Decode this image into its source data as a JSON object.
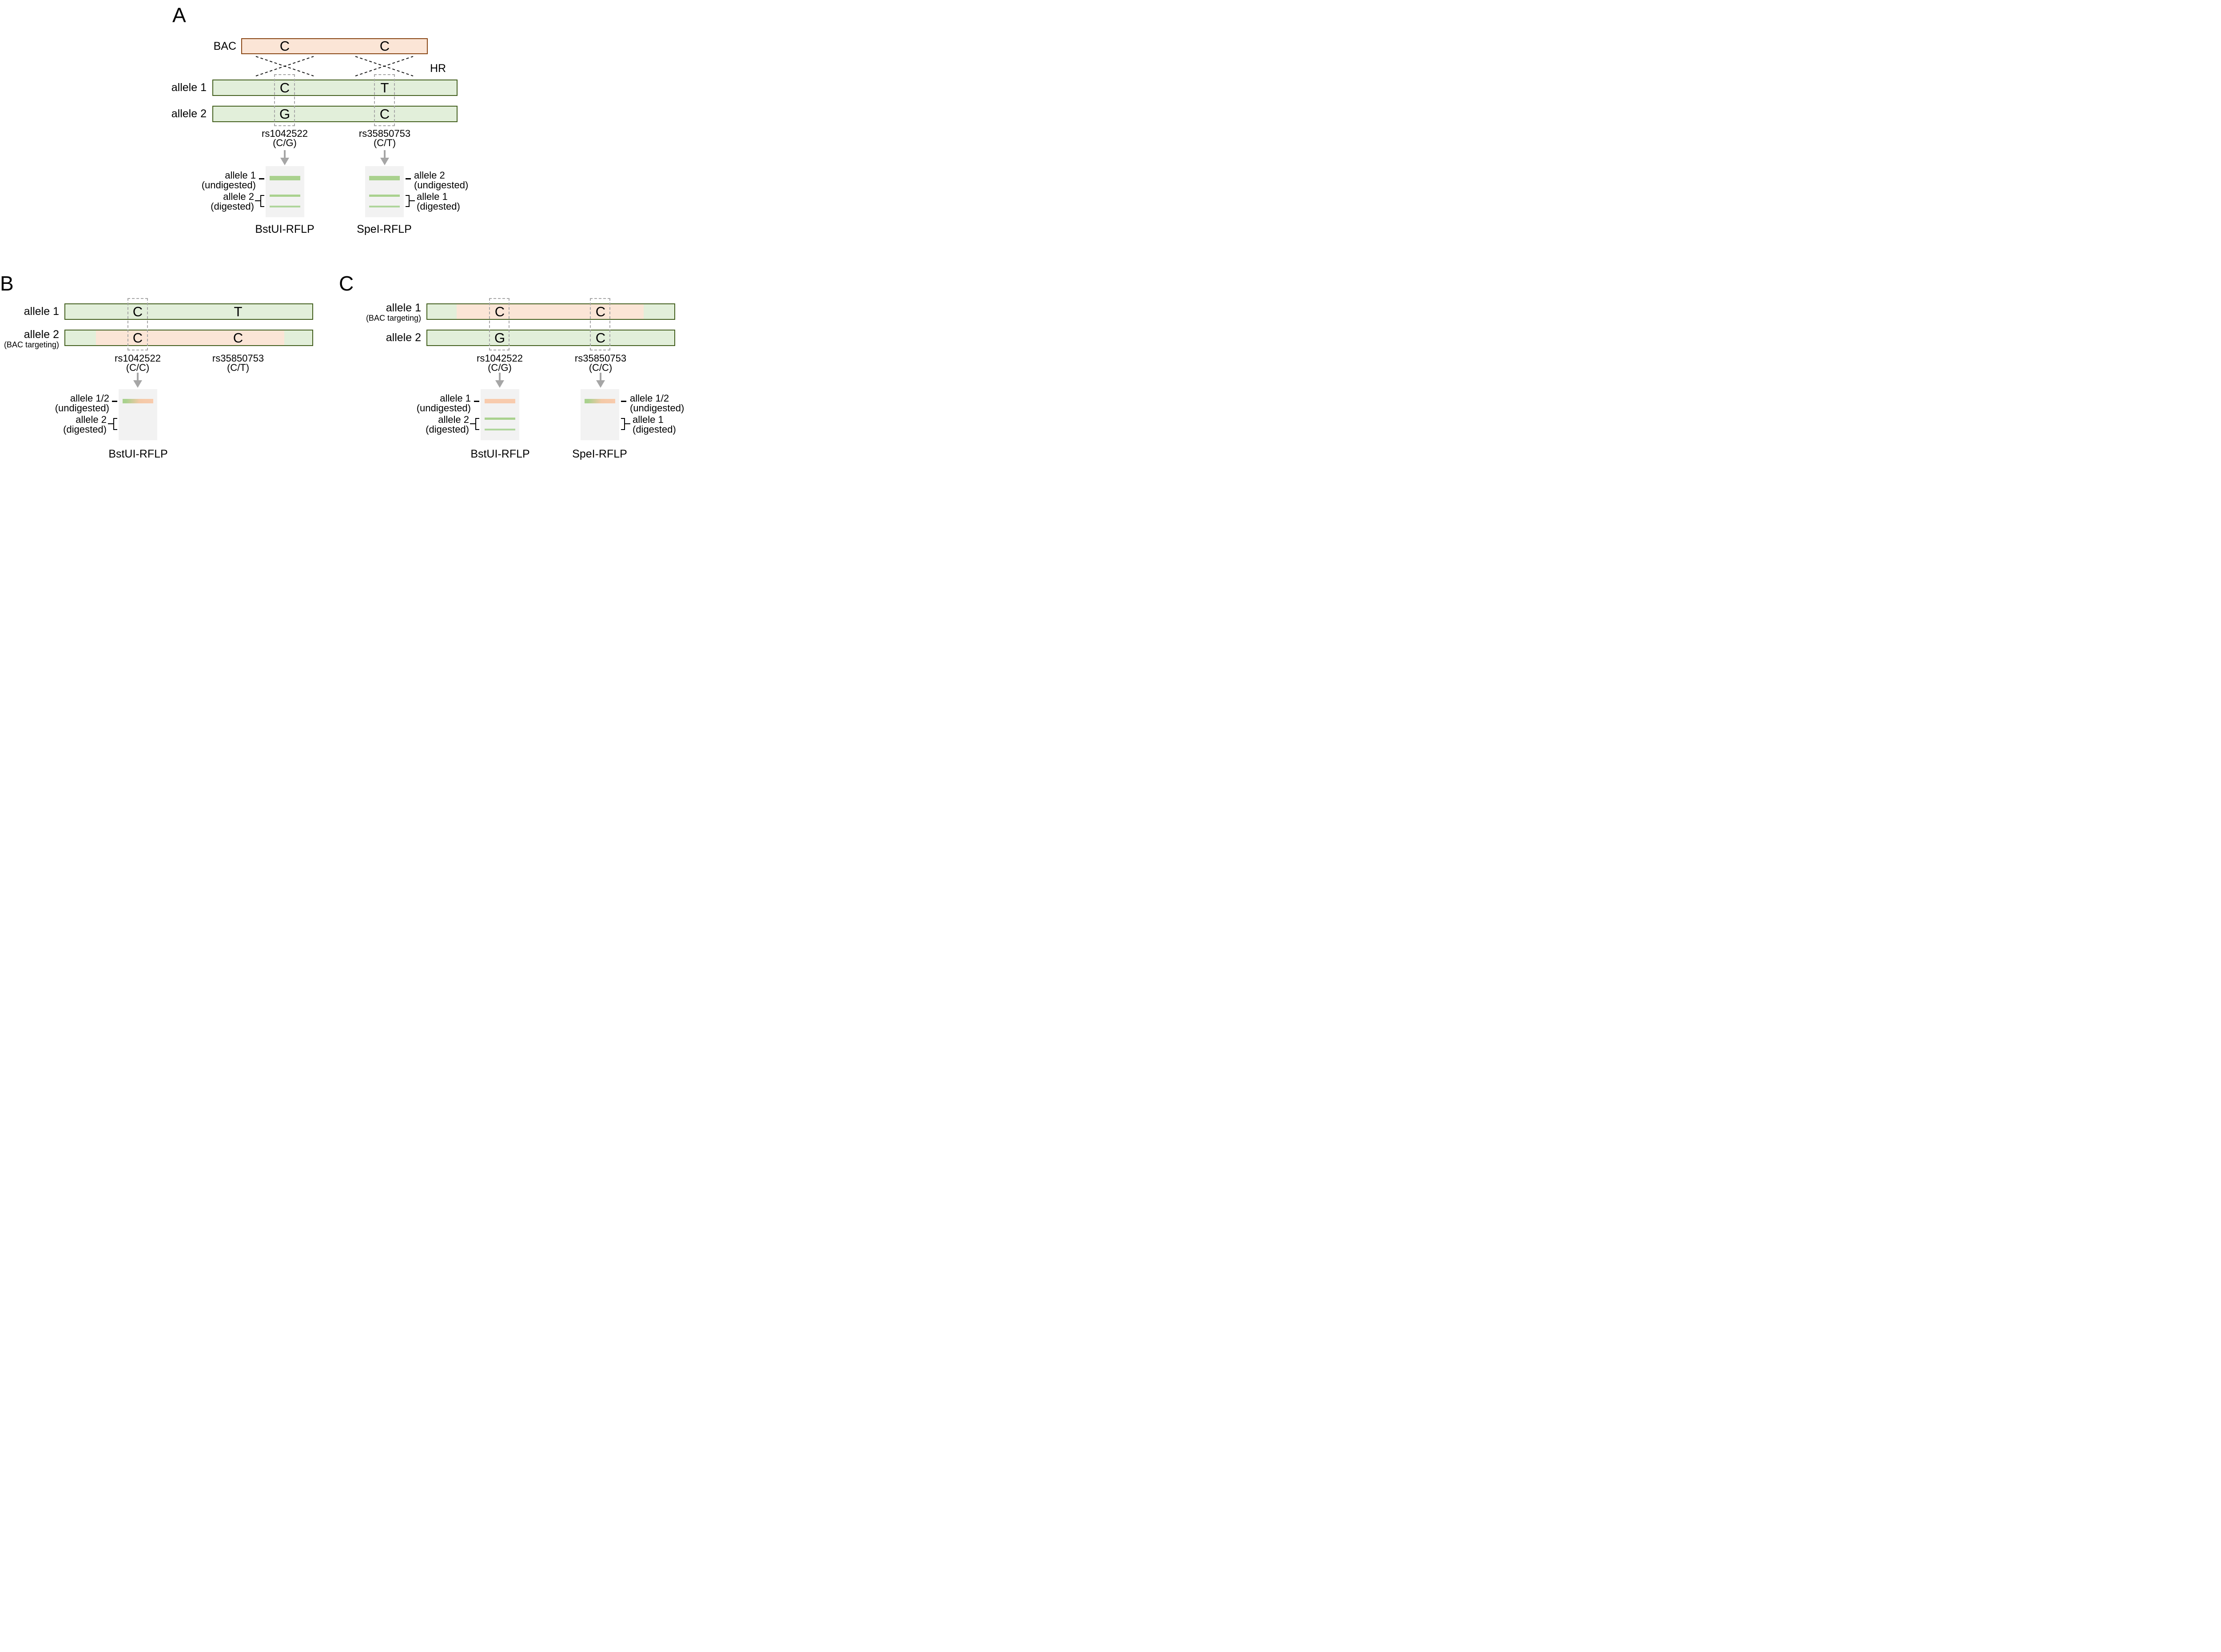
{
  "colors": {
    "bac_fill": "#FBE5D6",
    "bac_border": "#8A4715",
    "allele_fill": "#E2EFDA",
    "allele_border": "#44601F",
    "gel_background": "#F2F2F2",
    "band_green": "#A9D18E",
    "band_orange": "#F8CBAD",
    "arrow_gray": "#A6A6A6",
    "dash_gray": "#A6A6A6"
  },
  "panels": {
    "A": {
      "panel_label": "A",
      "hr_label": "HR",
      "bac": {
        "label": "BAC",
        "snp1": "C",
        "snp2": "C"
      },
      "rows": [
        {
          "label": "allele 1",
          "snp1": "C",
          "snp2": "T"
        },
        {
          "label": "allele 2",
          "snp1": "G",
          "snp2": "C"
        }
      ],
      "snp1": {
        "name": "rs1042522",
        "genotype": "(C/G)"
      },
      "snp2": {
        "name": "rs35850753",
        "genotype": "(C/T)"
      },
      "gels": [
        {
          "caption": "BstUI-RFLP",
          "band_label_line1": "allele 1",
          "band_label_line2": "(undigested)",
          "bracket_label_line1": "allele 2",
          "bracket_label_line2": "(digested)"
        },
        {
          "caption": "SpeI-RFLP",
          "band_label_line1": "allele 2",
          "band_label_line2": "(undigested)",
          "bracket_label_line1": "allele 1",
          "bracket_label_line2": "(digested)"
        }
      ]
    },
    "B": {
      "panel_label": "B",
      "rows": [
        {
          "label": "allele 1",
          "sub": "",
          "snp1": "C",
          "snp2": "T"
        },
        {
          "label": "allele 2",
          "sub": "(BAC targeting)",
          "snp1": "C",
          "snp2": "C"
        }
      ],
      "snp1": {
        "name": "rs1042522",
        "genotype": "(C/C)"
      },
      "snp2": {
        "name": "rs35850753",
        "genotype": "(C/T)"
      },
      "gel": {
        "caption": "BstUI-RFLP",
        "band_label_line1": "allele 1/2",
        "band_label_line2": "(undigested)",
        "bracket_label_line1": "allele 2",
        "bracket_label_line2": "(digested)"
      }
    },
    "C": {
      "panel_label": "C",
      "rows": [
        {
          "label": "allele 1",
          "sub": "(BAC targeting)",
          "snp1": "C",
          "snp2": "C"
        },
        {
          "label": "allele 2",
          "sub": "",
          "snp1": "G",
          "snp2": "C"
        }
      ],
      "snp1": {
        "name": "rs1042522",
        "genotype": "(C/G)"
      },
      "snp2": {
        "name": "rs35850753",
        "genotype": "(C/C)"
      },
      "gels": [
        {
          "caption": "BstUI-RFLP",
          "band_label_line1": "allele 1",
          "band_label_line2": "(undigested)",
          "bracket_label_line1": "allele 2",
          "bracket_label_line2": "(digested)"
        },
        {
          "caption": "SpeI-RFLP",
          "band_label_line1": "allele 1/2",
          "band_label_line2": "(undigested)",
          "bracket_label_line1": "allele 1",
          "bracket_label_line2": "(digested)"
        }
      ]
    }
  }
}
